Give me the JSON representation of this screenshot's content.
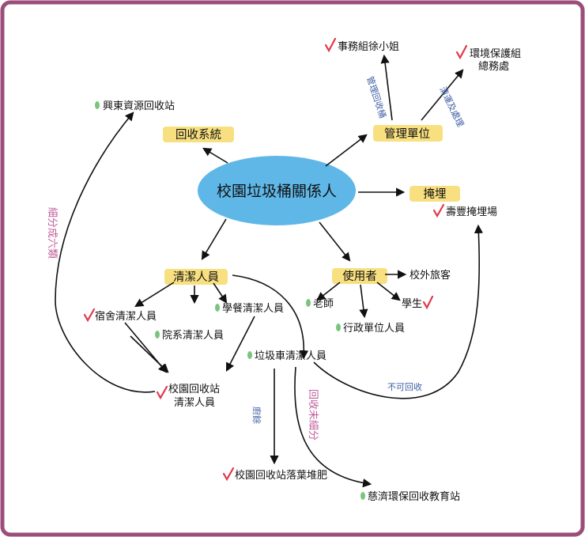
{
  "colors": {
    "frame": "#9b4e79",
    "ellipse": "#5fb7e8",
    "highlight": "#f7db6b",
    "green_dot": "#7bc47e",
    "check": "#e0384a",
    "edge_blue_text": "#3f5fa6",
    "edge_pink_text": "#c05c9a"
  },
  "nodes": {
    "center": "校園垃圾桶關係人",
    "recycling_system": "回收系統",
    "management_unit": "管理單位",
    "landfill": "掩埋",
    "cleaning_staff": "清潔人員",
    "users": "使用者",
    "xingdong": "興東資源回收站",
    "affairs_miss_xu": "事務組徐小姐",
    "env_protection_line1": "環境保護組",
    "env_protection_line2": "總務處",
    "shoufeng_landfill": "壽豐掩埋場",
    "off_campus_visitors": "校外旅客",
    "teachers": "老師",
    "students": "學生",
    "admin_staff": "行政單位人員",
    "dorm_cleaners": "宿舍清潔人員",
    "dept_cleaners": "院系清潔人員",
    "cafeteria_cleaners": "學餐清潔人員",
    "truck_cleaners": "垃圾車清潔人員",
    "campus_station_line1": "校園回收站",
    "campus_station_line2": "清潔人員",
    "compost": "校園回收站落葉堆肥",
    "tzu_chi": "慈濟環保回收教育站"
  },
  "edge_labels": {
    "manage_bins": "管理回收桶",
    "clean_sort": "清運及處理",
    "six_categories": "細分成六類",
    "not_recyclable": "不可回收",
    "kitchen_waste": "廚餘",
    "unsorted_recycling": "回收未細分"
  },
  "icons": {
    "green_dot": "green-dot-icon",
    "check": "check-mark-icon"
  }
}
